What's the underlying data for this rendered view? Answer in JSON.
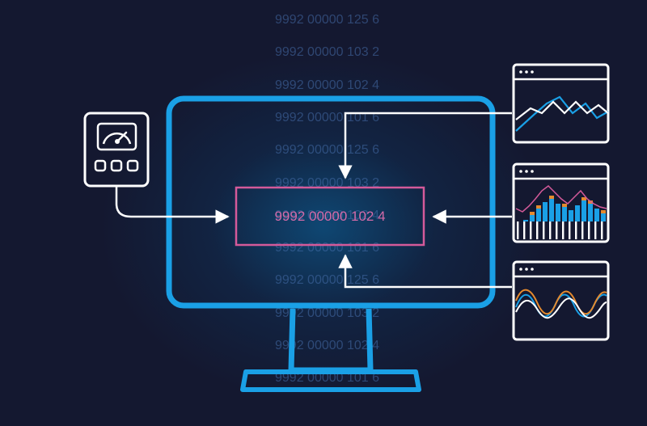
{
  "data_stream": {
    "lines": [
      "9992 00000 125 6",
      "9992 00000 103 2",
      "9992 00000 102 4",
      "9992 00000 101 6",
      "9992 00000 125 6",
      "9992 00000 103 2",
      "9992 00000 102 4",
      "9992 00000 101 6",
      "9992 00000 125 6",
      "9992 00000 103 2",
      "9992 00000 102 4",
      "9992 00000 101 6"
    ]
  },
  "display": {
    "current_value": "9992 00000 102 4"
  },
  "colors": {
    "background": "#141830",
    "monitor": "#1aa0e6",
    "highlight": "#d45a9a",
    "white": "#ffffff",
    "accent_orange": "#e58a2e"
  },
  "icons": {
    "gauge": "gauge-device-icon",
    "line_chart": "line-chart-window-icon",
    "bar_chart": "bar-chart-window-icon",
    "wave_chart": "wave-chart-window-icon"
  }
}
